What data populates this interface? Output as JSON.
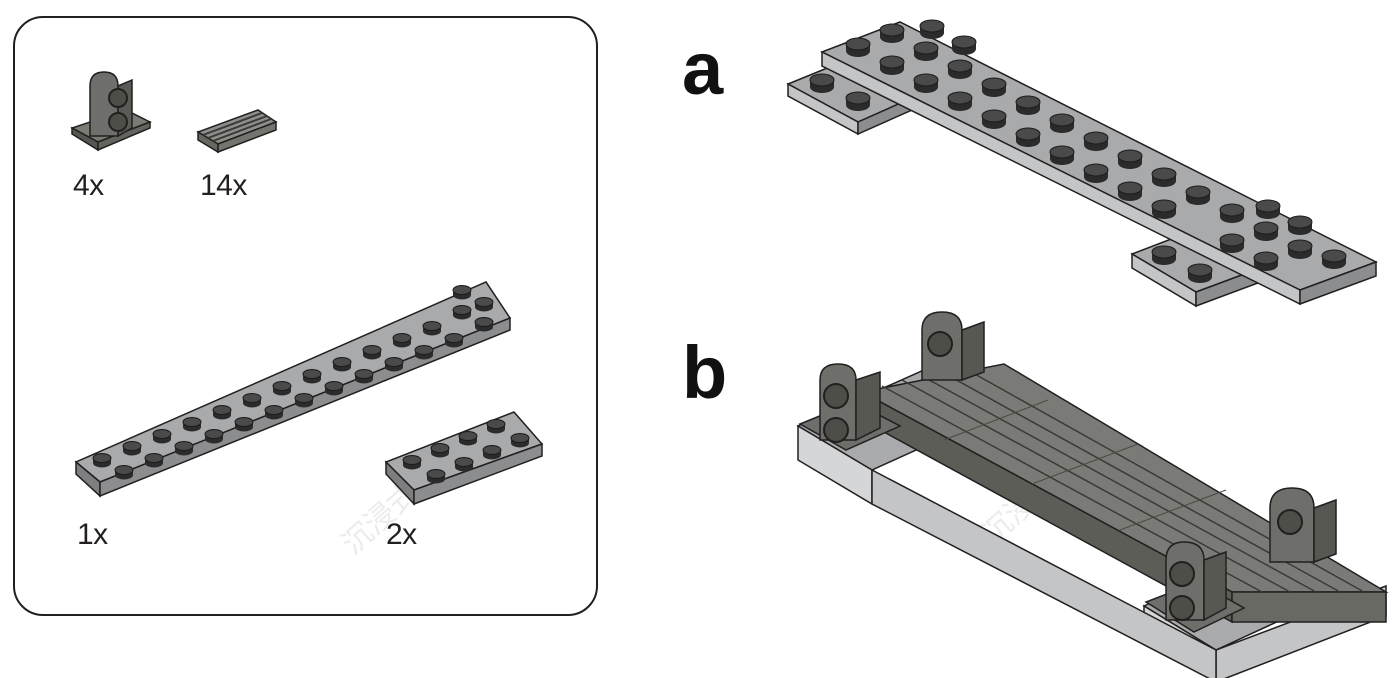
{
  "parts_list": {
    "items": [
      {
        "part": "pin-connector-block",
        "quantity": "4x"
      },
      {
        "part": "tile-1x2-grille",
        "quantity": "14x"
      },
      {
        "part": "plate-2x12",
        "quantity": "1x"
      },
      {
        "part": "plate-2x4",
        "quantity": "2x"
      }
    ]
  },
  "steps": [
    {
      "label": "a"
    },
    {
      "label": "b"
    }
  ],
  "colors": {
    "light_gray": "#a9aaac",
    "dark_gray": "#6e6f6a",
    "outline": "#231f20",
    "stud_top": "#3c3c3c"
  },
  "watermark": "沉浸式翻译"
}
